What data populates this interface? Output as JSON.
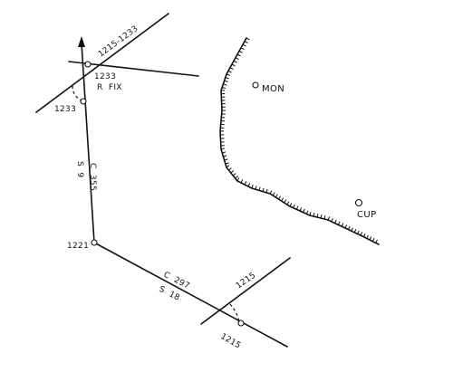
{
  "fix_point": {
    "time_pair": "1215-1233",
    "time": "1233",
    "label": "R  FIX",
    "arc_time": "1233"
  },
  "leg_north": {
    "course": "C  355",
    "speed": "S  9"
  },
  "turn_point": {
    "time": "1221"
  },
  "leg_southeast": {
    "course": "C  297",
    "speed": "S  18"
  },
  "start_point": {
    "lop_time": "1215",
    "time": "1215"
  },
  "landmarks": {
    "mon": "MON",
    "cup": "CUP"
  },
  "icons": {
    "position_circle": "small-circle-icon",
    "arrow": "arrowhead-icon"
  }
}
